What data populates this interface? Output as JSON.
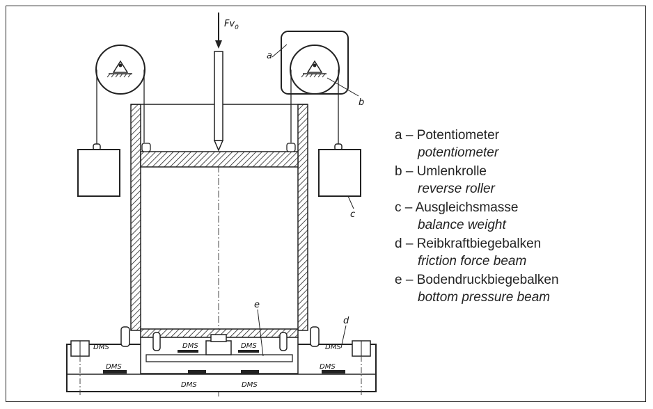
{
  "diagram": {
    "force_label": "Fv",
    "force_sub": "0",
    "callouts": {
      "a": "a",
      "b": "b",
      "c": "c",
      "d": "d",
      "e": "e"
    },
    "dms": "DMS"
  },
  "legend": [
    {
      "key": "a",
      "de": "a – Potentiometer",
      "en": "potentiometer"
    },
    {
      "key": "b",
      "de": "b – Umlenkrolle",
      "en": "reverse roller"
    },
    {
      "key": "c",
      "de": "c – Ausgleichsmasse",
      "en": "balance weight"
    },
    {
      "key": "d",
      "de": "d – Reibkraftbiegebalken",
      "en": "friction force beam"
    },
    {
      "key": "e",
      "de": "e – Bodendruckbiegebalken",
      "en": "bottom pressure beam"
    }
  ]
}
